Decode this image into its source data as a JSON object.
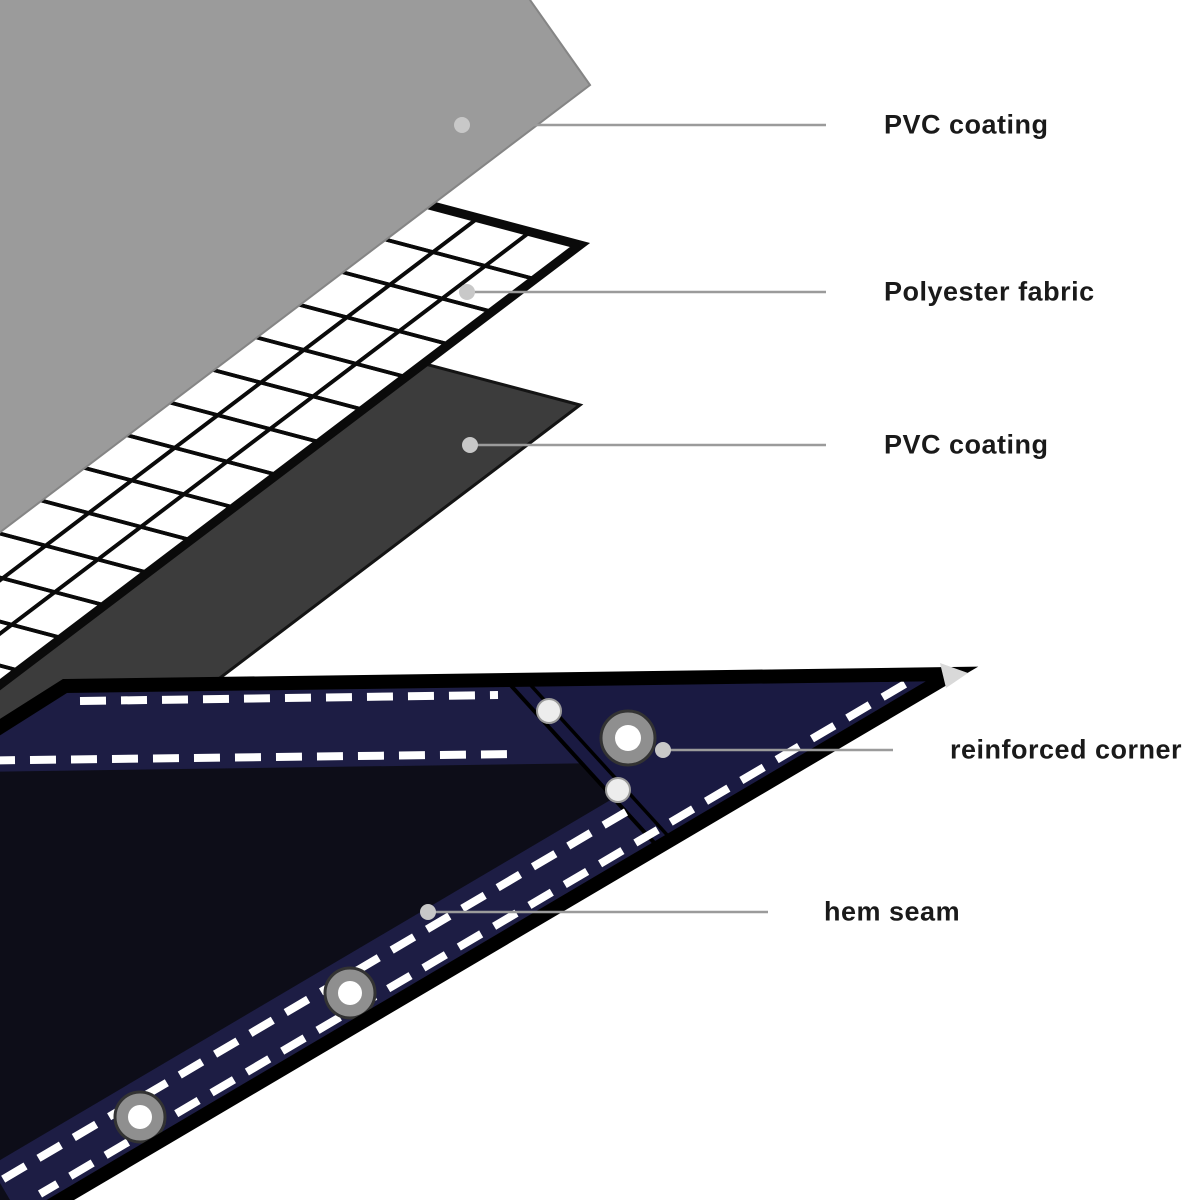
{
  "labels": {
    "pvc_top": "PVC coating",
    "polyester": "Polyester fabric",
    "pvc_bottom": "PVC coating",
    "reinforced_corner": "reinforced corner",
    "hem_seam": "hem seam"
  },
  "colors": {
    "layer_gray": "#9b9b9b",
    "layer_dark": "#3c3c3c",
    "mesh_line": "#0a0a0a",
    "tarp_body": "#0d0d18",
    "tarp_band": "#1d1d44",
    "tarp_trim": "#000000",
    "stitch_white": "#ffffff",
    "leader_line": "#9b9b9b",
    "label_text": "#1a1a1a",
    "page_bg": "#ffffff"
  }
}
